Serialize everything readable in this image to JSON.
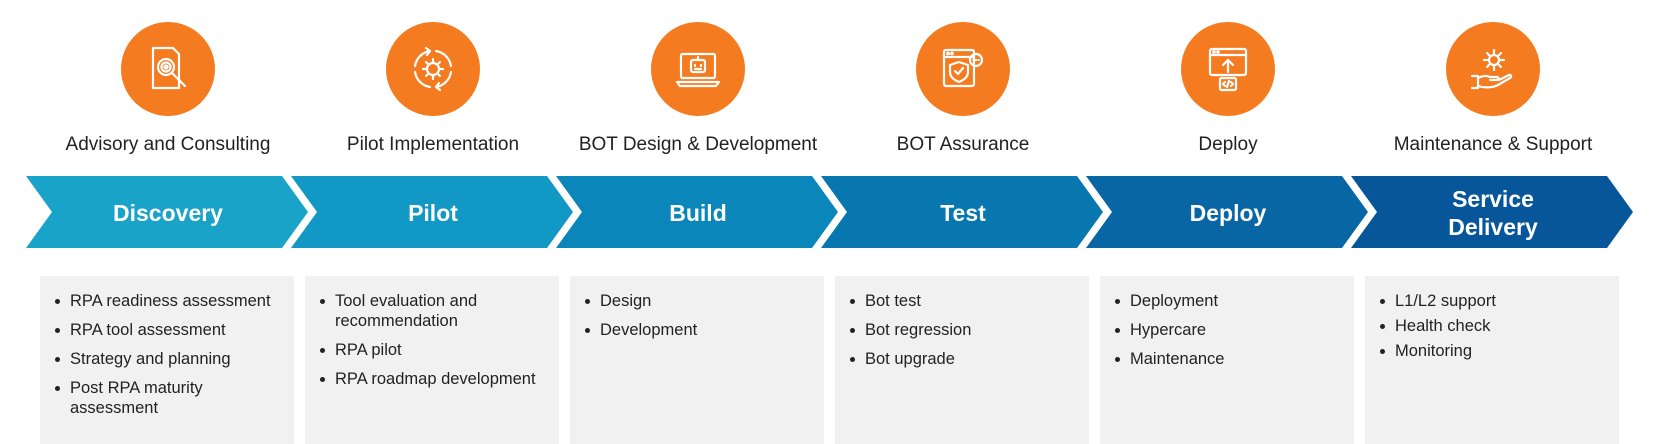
{
  "colors": {
    "icon_bg": "#f47b20",
    "stage_fills": [
      "#1aa3c9",
      "#1298c4",
      "#0b86bb",
      "#0877b0",
      "#0866a5",
      "#075699"
    ],
    "box_bg": "#f1f1f1"
  },
  "phases": [
    {
      "label": "Advisory and Consulting",
      "icon": "document-search-icon",
      "stage": "Discovery",
      "items": [
        "RPA readiness assessment",
        "RPA tool assessment",
        "Strategy and planning",
        "Post RPA maturity assessment"
      ]
    },
    {
      "label": "Pilot Implementation",
      "icon": "gear-cycle-icon",
      "stage": "Pilot",
      "items": [
        "Tool evaluation and recommendation",
        "RPA pilot",
        "RPA roadmap development"
      ]
    },
    {
      "label": "BOT Design & Development",
      "icon": "laptop-bot-icon",
      "stage": "Build",
      "items": [
        "Design",
        "Development"
      ]
    },
    {
      "label": "BOT Assurance",
      "icon": "shield-check-icon",
      "stage": "Test",
      "items": [
        "Bot test",
        "Bot regression",
        "Bot upgrade"
      ]
    },
    {
      "label": "Deploy",
      "icon": "upload-code-icon",
      "stage": "Deploy",
      "items": [
        "Deployment",
        "Hypercare",
        "Maintenance"
      ]
    },
    {
      "label": "Maintenance & Support",
      "icon": "hand-gear-icon",
      "stage": "Service\nDelivery",
      "items": [
        "L1/L2 support",
        "Health check",
        "Monitoring"
      ]
    }
  ]
}
